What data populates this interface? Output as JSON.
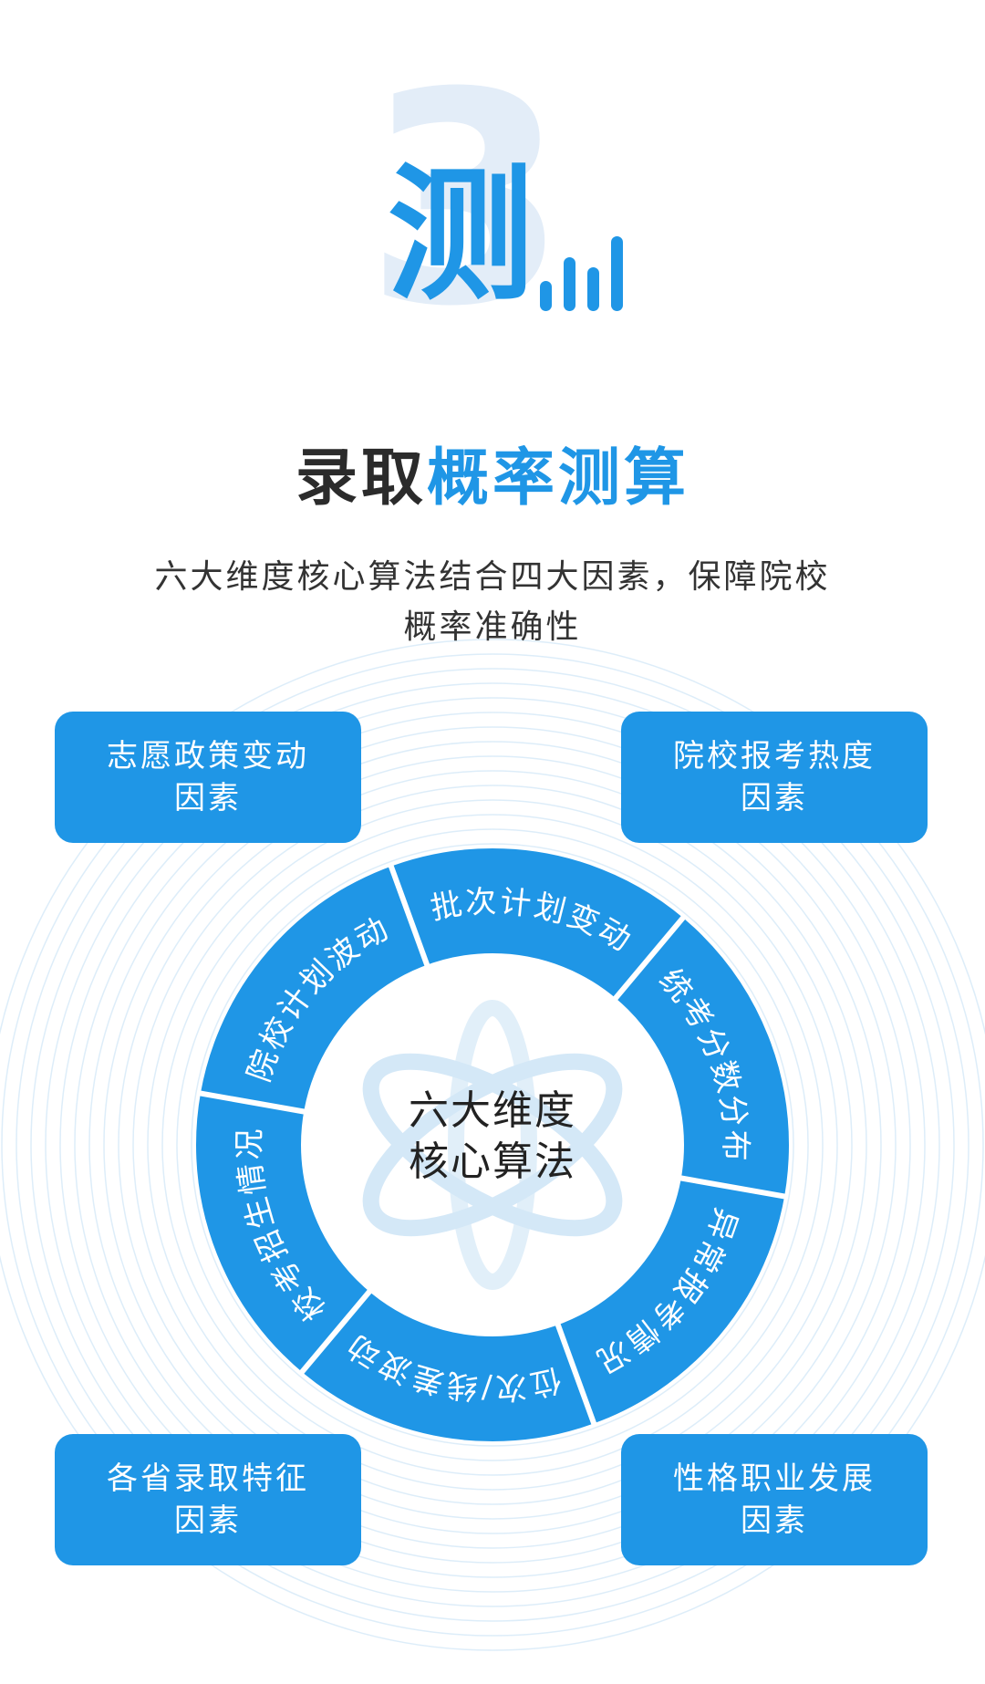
{
  "hero": {
    "number": "3",
    "char": "测",
    "bars": [
      0.35,
      0.62,
      0.5,
      0.86
    ]
  },
  "title": {
    "dark": "录取",
    "blue": "概率测算"
  },
  "subtitle": {
    "line1": "六大维度核心算法结合四大因素，保障院校",
    "line2": "概率准确性"
  },
  "factors": [
    {
      "line1": "志愿政策变动",
      "line2": "因素"
    },
    {
      "line1": "院校报考热度",
      "line2": "因素"
    },
    {
      "line1": "各省录取特征",
      "line2": "因素"
    },
    {
      "line1": "性格职业发展",
      "line2": "因素"
    }
  ],
  "wheel": {
    "center_line1": "六大维度",
    "center_line2": "核心算法",
    "segments": [
      "批次计划变动",
      "统考分数分布",
      "异常报考情况",
      "位次/线差波动",
      "校考招生情况",
      "院校计划波动"
    ]
  },
  "colors": {
    "accent": "#1f96e6",
    "ring_light": "#d4e8f7",
    "number_bg": "#e3edf8",
    "title_dark": "#2b2b2b"
  },
  "icons": {
    "center_bg": "atom-icon"
  }
}
